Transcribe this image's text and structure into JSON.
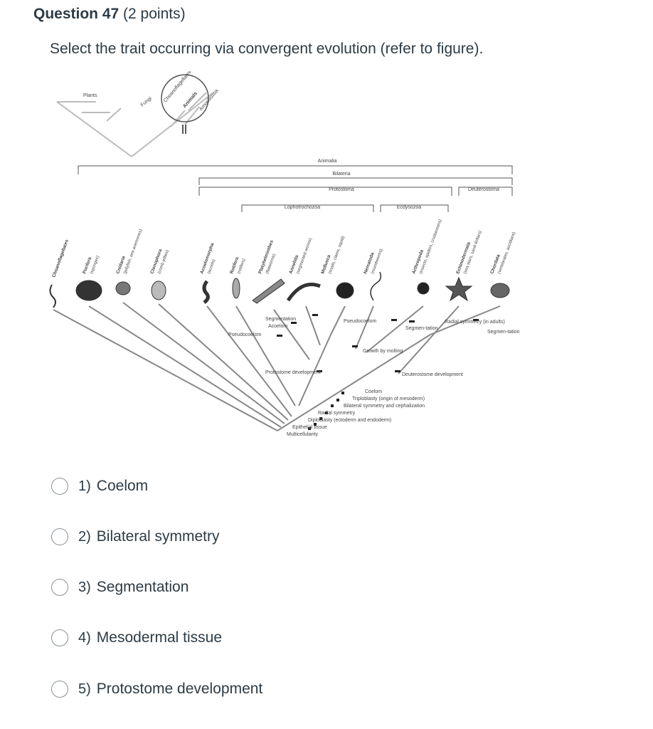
{
  "question": {
    "number_label": "Question 47",
    "points_label": "(2 points)",
    "prompt": "Select the trait occurring via convergent evolution (refer to figure)."
  },
  "figure": {
    "top_tree": {
      "labels": [
        "Plants",
        "Fungi",
        "Choanoflagellates",
        "Animals",
        "Amoebozoa"
      ]
    },
    "clades": {
      "animalia": "Animalia",
      "bilateria": "Bilateria",
      "protostoma": "Protostoma",
      "deuterostoma": "Deuterostoma",
      "lophotrochozoa": "Lophotrochozoa",
      "ecdysozoa": "Ecdysozoa"
    },
    "taxa": [
      {
        "name": "Choanoflagellates",
        "common": ""
      },
      {
        "name": "Porifera",
        "common": "(sponges)"
      },
      {
        "name": "Cnidaria",
        "common": "(jellyfish, sea anemones)"
      },
      {
        "name": "Ctenophora",
        "common": "(comb jellies)"
      },
      {
        "name": "Acoelomorpha",
        "common": "(acoels)"
      },
      {
        "name": "Rotifera",
        "common": "(rotifers)"
      },
      {
        "name": "Platyhelminthes",
        "common": "(flatworms)"
      },
      {
        "name": "Annelida",
        "common": "(segmented worms)"
      },
      {
        "name": "Mollusca",
        "common": "(snails, clams, squid)"
      },
      {
        "name": "Nematoda",
        "common": "(roundworms)"
      },
      {
        "name": "Arthropoda",
        "common": "(insects, spiders, crustaceans)"
      },
      {
        "name": "Echinodermata",
        "common": "(sea stars, sand dollars)"
      },
      {
        "name": "Chordata",
        "common": "(vertebrates, ascidians)"
      }
    ],
    "traits": {
      "segmentation": "Segmentation",
      "acoelom": "Acoelom",
      "pseudocoelom_left": "Pseudocoelom",
      "pseudocoelom_right": "Pseudocoelom",
      "segmentation_arthropoda": "Segmen-tation",
      "radial_symmetry_adult": "Radial symmetry (in adults)",
      "segmentation_chordata": "Segmen-tation",
      "growth_by_molting": "Growth by molting",
      "protostome_development": "Protostome development",
      "deuterostome_development": "Deuterostome development",
      "coelom": "Coelom",
      "triploblasty": "Triploblasty (origin of mesoderm)",
      "bilateral": "Bilateral symmetry and cephalization",
      "radial_symmetry": "Radial symmetry",
      "diploblasty": "Diploblasty (ectoderm and endoderm)",
      "epithelial_tissue": "Epithelial tissue",
      "multicellularity": "Multicellularity"
    }
  },
  "answers": [
    {
      "num": "1)",
      "text": "Coelom"
    },
    {
      "num": "2)",
      "text": "Bilateral symmetry"
    },
    {
      "num": "3)",
      "text": "Segmentation"
    },
    {
      "num": "4)",
      "text": "Mesodermal tissue"
    },
    {
      "num": "5)",
      "text": "Protostome development"
    }
  ]
}
